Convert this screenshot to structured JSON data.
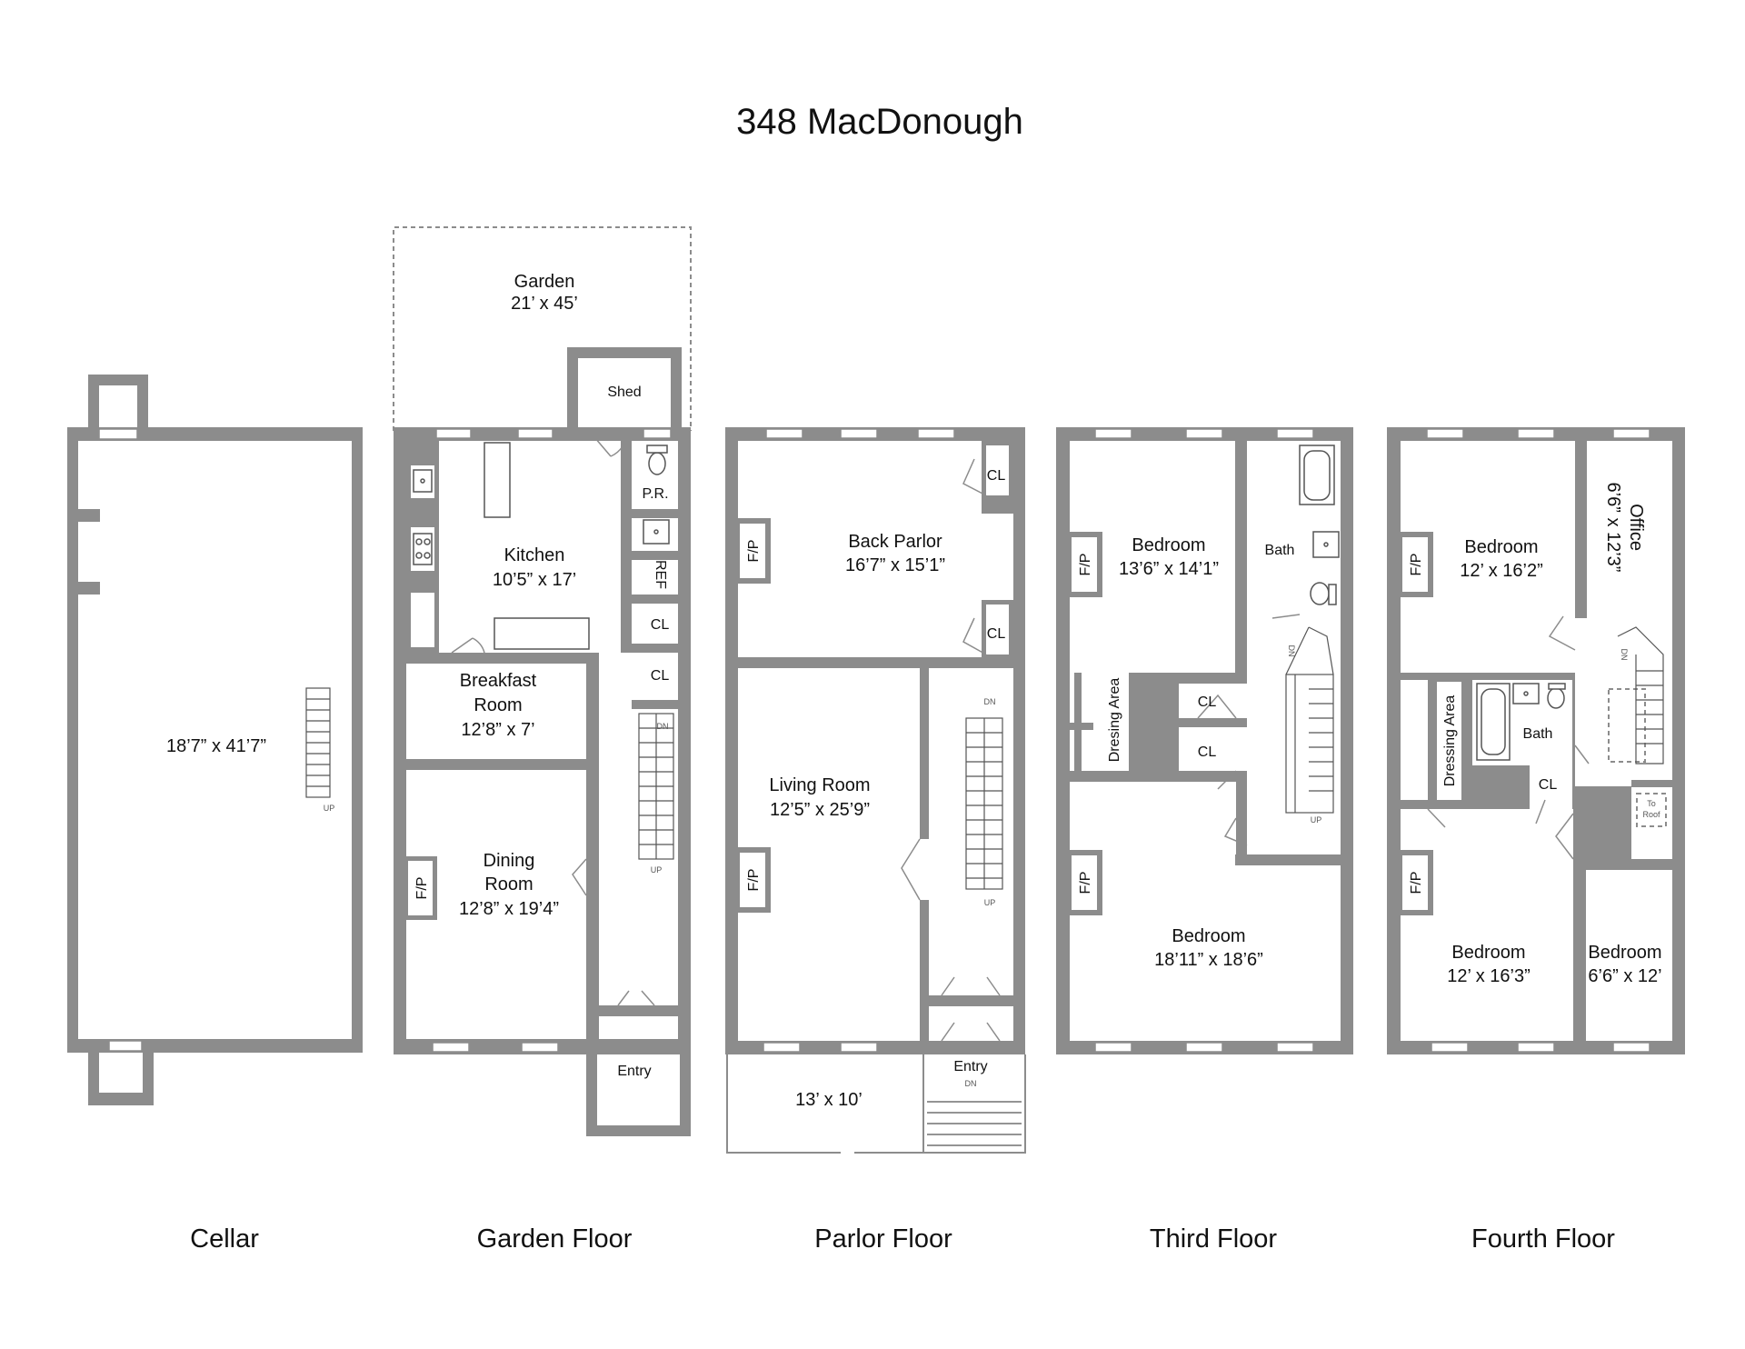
{
  "title": "348 MacDonough",
  "floors": {
    "cellar": {
      "label": "Cellar",
      "dimensions": "18’7” x 41’7”",
      "stair_up": "UP"
    },
    "garden": {
      "label": "Garden Floor",
      "garden_name": "Garden",
      "garden_dims": "21’ x 45’",
      "shed": "Shed",
      "kitchen_name": "Kitchen",
      "kitchen_dims": "10’5” x 17’",
      "powder_room": "P.R.",
      "ref": "REF",
      "closet_1": "CL",
      "closet_2": "CL",
      "breakfast_line1": "Breakfast",
      "breakfast_line2": "Room",
      "breakfast_dims": "12’8” x 7’",
      "dining_line1": "Dining",
      "dining_line2": "Room",
      "dining_dims": "12’8” x 19’4”",
      "fireplace": "F/P",
      "entry": "Entry",
      "stair_dn": "DN",
      "stair_up": "UP"
    },
    "parlor": {
      "label": "Parlor Floor",
      "back_parlor_name": "Back Parlor",
      "back_parlor_dims": "16’7” x 15’1”",
      "living_name": "Living Room",
      "living_dims": "12’5” x 25’9”",
      "closet_1": "CL",
      "closet_2": "CL",
      "fireplace_1": "F/P",
      "fireplace_2": "F/P",
      "stoop_dims": "13’ x 10’",
      "entry": "Entry",
      "stair_dn": "DN",
      "stair_up": "UP",
      "stoop_dn": "DN"
    },
    "third": {
      "label": "Third Floor",
      "bedroom_rear_name": "Bedroom",
      "bedroom_rear_dims": "13’6” x 14’1”",
      "bath": "Bath",
      "dressing": "Dresing Area",
      "closet_1": "CL",
      "closet_2": "CL",
      "bedroom_front_name": "Bedroom",
      "bedroom_front_dims": "18’11” x 18’6”",
      "fireplace_1": "F/P",
      "fireplace_2": "F/P",
      "stair_dn": "DN",
      "stair_up": "UP"
    },
    "fourth": {
      "label": "Fourth Floor",
      "bedroom_rear_name": "Bedroom",
      "bedroom_rear_dims": "12’ x 16’2”",
      "office_name": "Office",
      "office_dims": "6’6” x 12’3”",
      "dressing": "Dressing Area",
      "bath": "Bath",
      "closet": "CL",
      "to_roof_line1": "To",
      "to_roof_line2": "Roof",
      "bedroom_front_name": "Bedroom",
      "bedroom_front_dims": "12’ x 16’3”",
      "bedroom_small_name": "Bedroom",
      "bedroom_small_dims": "6’6” x 12’",
      "fireplace_1": "F/P",
      "fireplace_2": "F/P",
      "stair_dn": "DN"
    }
  }
}
